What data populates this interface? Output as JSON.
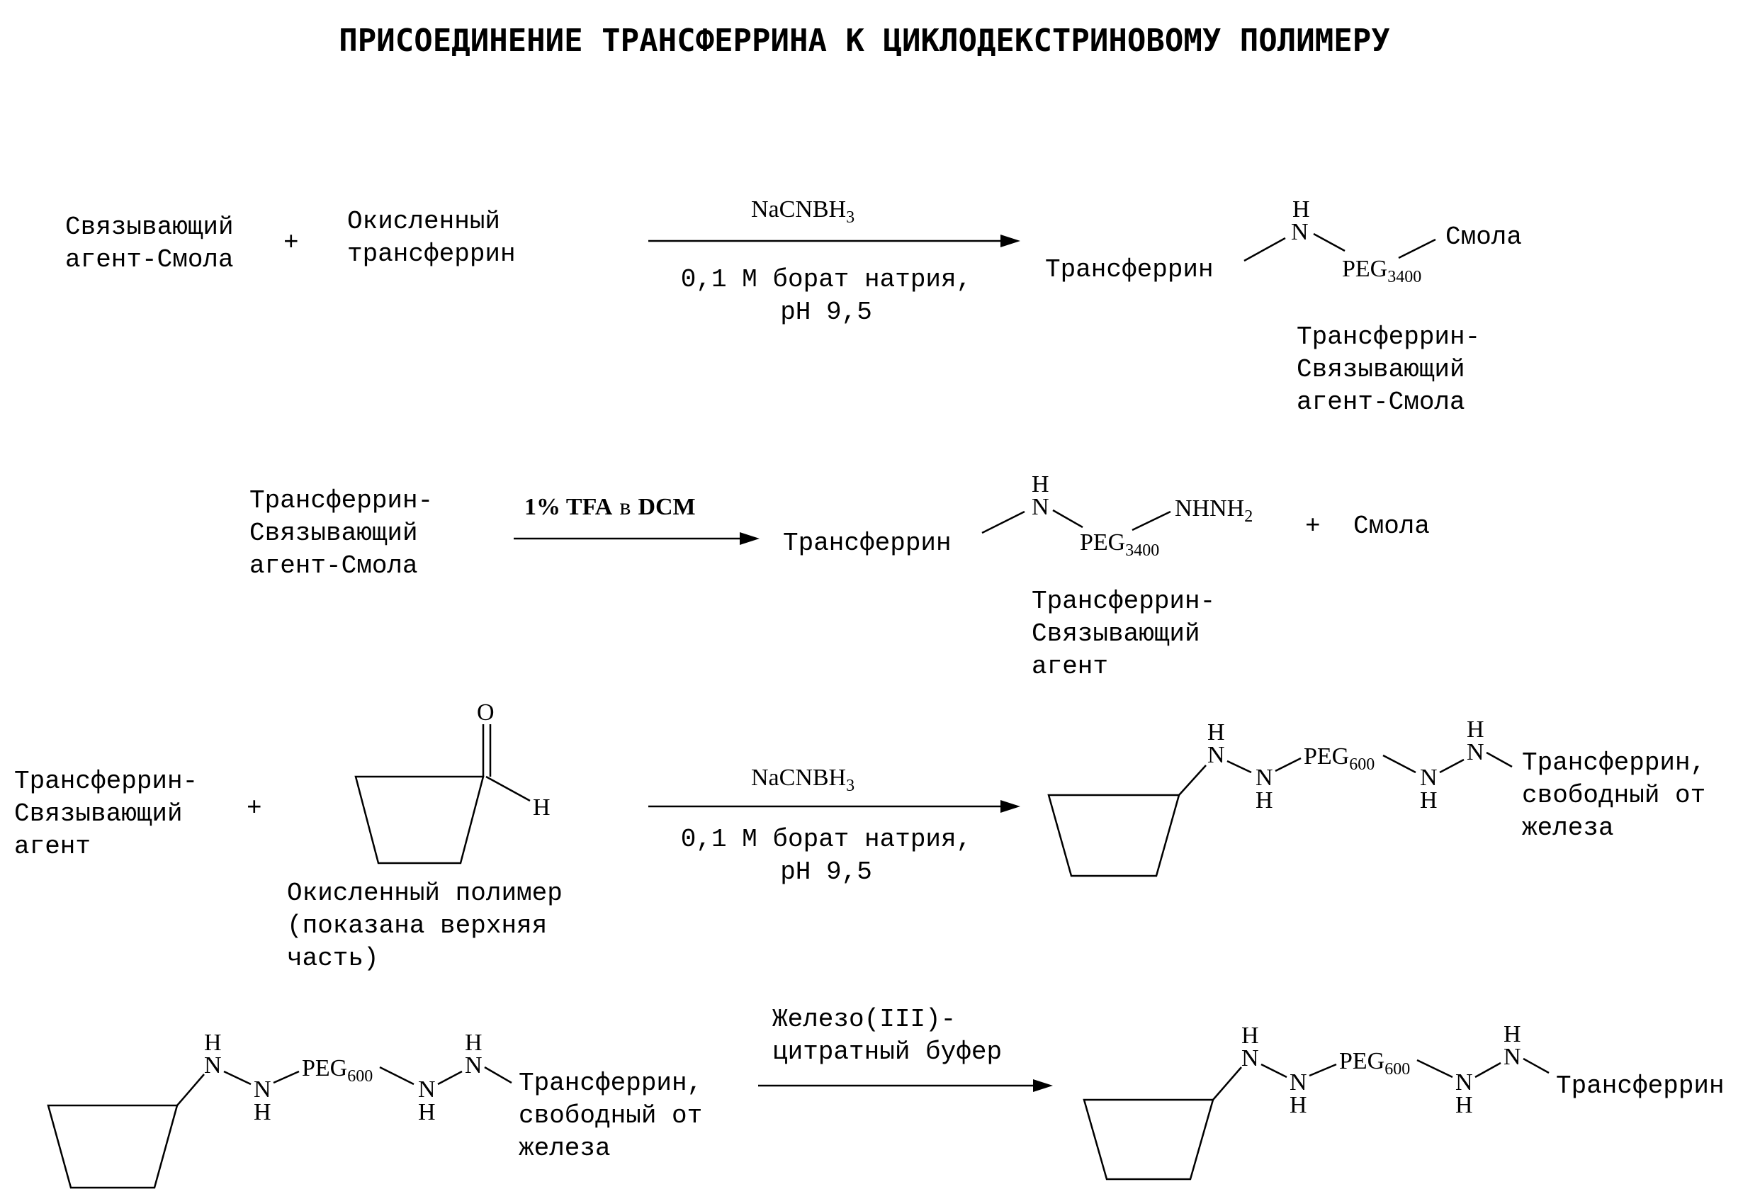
{
  "title": "ПРИСОЕДИНЕНИЕ ТРАНСФЕРРИНА К ЦИКЛОДЕКСТРИНОВОМУ ПОЛИМЕРУ",
  "atoms": {
    "H": "H",
    "N": "N",
    "O": "O",
    "PEG": "PEG",
    "peg3400": "3400",
    "peg600": "600",
    "NHNH": "NHNH",
    "two": "2",
    "plus": "+"
  },
  "step1": {
    "reactant1": [
      "Связывающий",
      "агент-Смола"
    ],
    "reactant2": [
      "Окисленный",
      "трансферрин"
    ],
    "reagent_main": "NaCNBH",
    "reagent_sub": "3",
    "conditions": [
      "0,1 М борат натрия,",
      "рН 9,5"
    ],
    "product_left": "Трансферрин",
    "product_right": "Смола",
    "product_name": [
      "Трансферрин-",
      "Связывающий",
      "агент-Смола"
    ]
  },
  "step2": {
    "reactant": [
      "Трансферрин-",
      "Связывающий",
      "агент-Смола"
    ],
    "reagent_main": "1% TFA",
    "reagent_in": "в",
    "reagent_solvent": "DCM",
    "product_left": "Трансферрин",
    "byproduct": "Смола",
    "product_name": [
      "Трансферрин-",
      "Связывающий",
      "агент"
    ]
  },
  "step3": {
    "reactant": [
      "Трансферрин-",
      "Связывающий",
      "агент"
    ],
    "polymer_label": [
      "Окисленный полимер",
      "(показана верхняя",
      "часть)"
    ],
    "reagent_main": "NaCNBH",
    "reagent_sub": "3",
    "conditions": [
      "0,1 М борат натрия,",
      "рН 9,5"
    ],
    "product_right": [
      "Трансферрин,",
      "свободный от",
      "железа"
    ]
  },
  "step4": {
    "reactant_right": [
      "Трансферрин,",
      "свободный от",
      "железа"
    ],
    "reagent": [
      "Железо(III)-",
      "цитратный буфер"
    ],
    "product_right": "Трансферрин"
  }
}
